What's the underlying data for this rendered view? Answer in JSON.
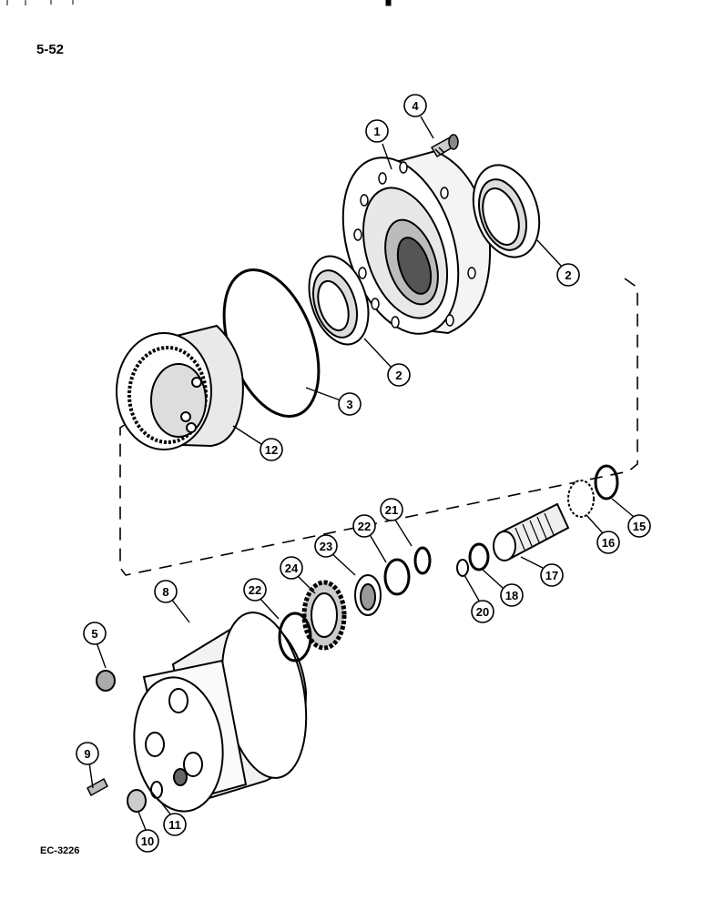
{
  "page": {
    "number": "5-52",
    "figure_code": "EC-3226"
  },
  "callouts": [
    {
      "label": "1",
      "part": "hub"
    },
    {
      "label": "4",
      "part": "stud"
    },
    {
      "label": "2",
      "part": "bearing-right"
    },
    {
      "label": "2",
      "part": "bearing-center"
    },
    {
      "label": "3",
      "part": "o-ring"
    },
    {
      "label": "12",
      "part": "ring-gear"
    },
    {
      "label": "21",
      "part": "snap-ring"
    },
    {
      "label": "22",
      "part": "washer-upper"
    },
    {
      "label": "23",
      "part": "bearing-small"
    },
    {
      "label": "24",
      "part": "gear"
    },
    {
      "label": "22",
      "part": "washer-lower"
    },
    {
      "label": "8",
      "part": "housing"
    },
    {
      "label": "5",
      "part": "nut"
    },
    {
      "label": "9",
      "part": "bolt"
    },
    {
      "label": "10",
      "part": "plug"
    },
    {
      "label": "11",
      "part": "seal-ring"
    },
    {
      "label": "20",
      "part": "lock-washer"
    },
    {
      "label": "18",
      "part": "retaining-ring"
    },
    {
      "label": "17",
      "part": "shaft"
    },
    {
      "label": "16",
      "part": "lock-plate"
    },
    {
      "label": "15",
      "part": "thrust-washer"
    }
  ]
}
